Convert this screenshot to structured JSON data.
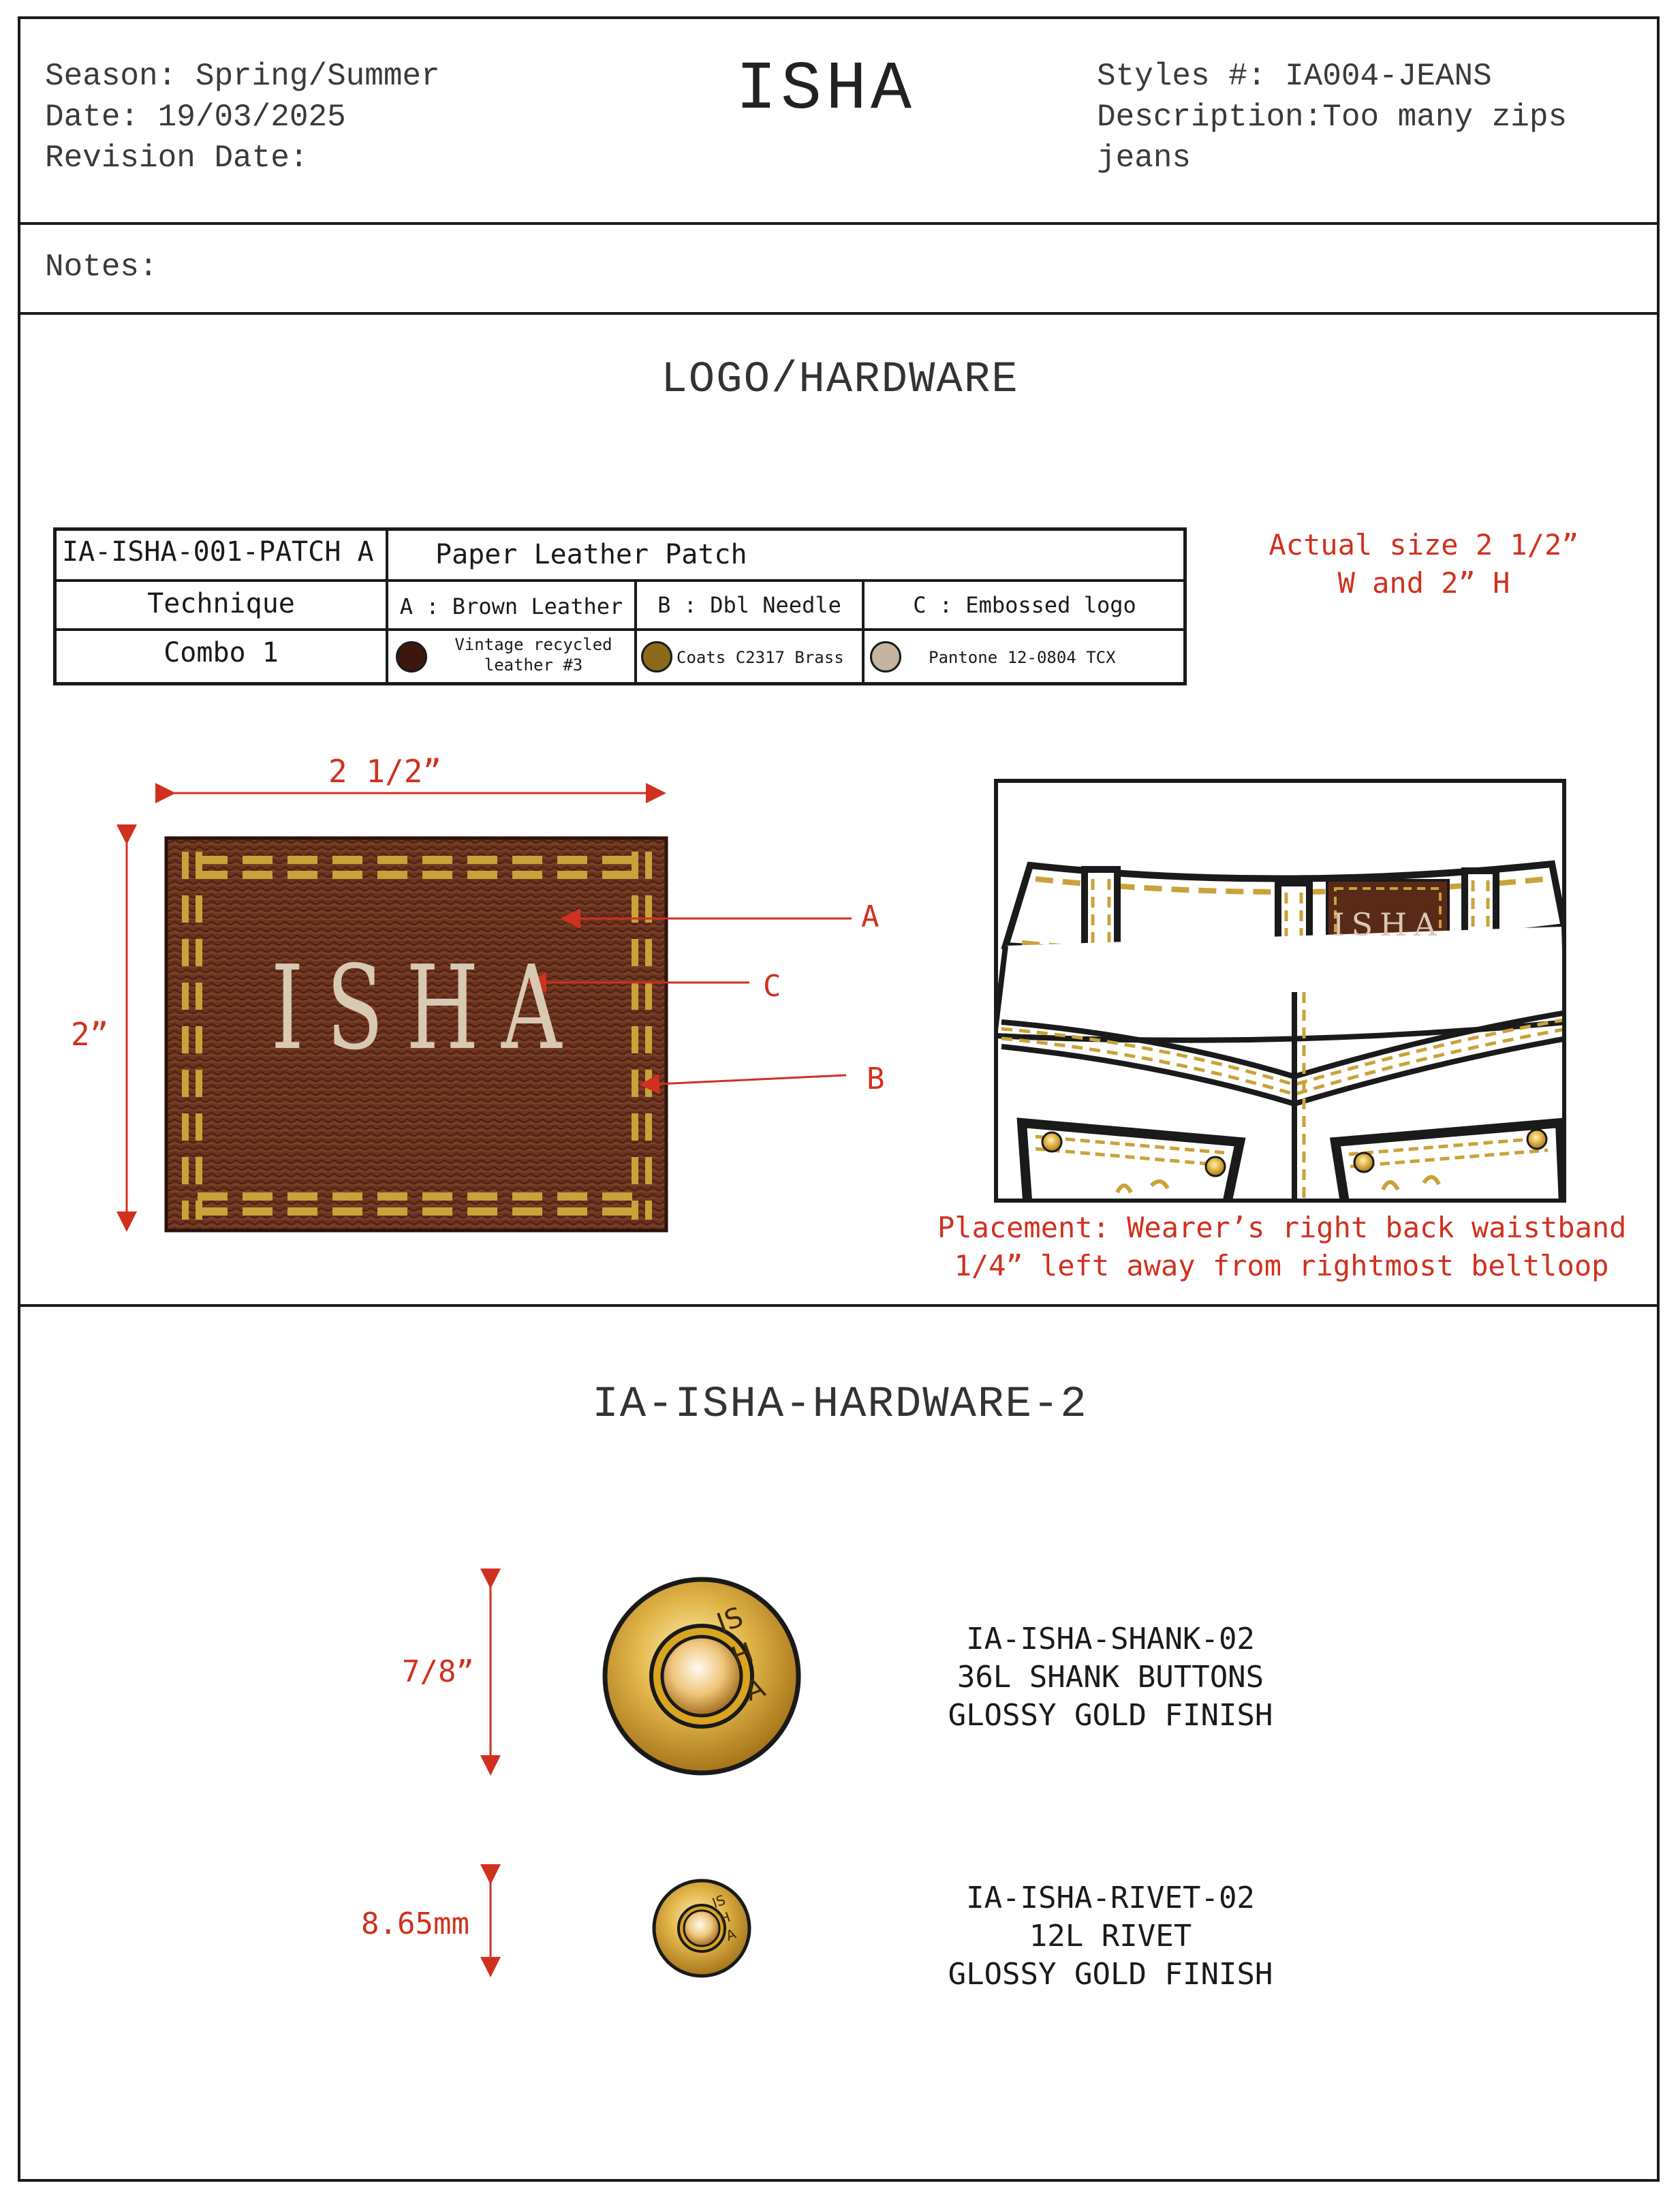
{
  "header": {
    "season_label": "Season:",
    "season": "Spring/Summer",
    "date_label": "Date:",
    "date": "19/03/2025",
    "revision_label": "Revision Date:",
    "revision": "",
    "brand": "ISHA",
    "style_label": "Styles #:",
    "style": "IA004-JEANS",
    "description_label": "Description:",
    "description_line1": "Too many zips",
    "description_line2": "jeans"
  },
  "notes": {
    "label": "Notes:",
    "text": ""
  },
  "logo_section": {
    "title": "LOGO/HARDWARE",
    "actual_size_line1": "Actual size 2 1/2”",
    "actual_size_line2": "W and 2” H",
    "width_dim": "2 1/2”",
    "height_dim": "2”",
    "patch_logo": "ISHA",
    "callout_a": "A",
    "callout_b": "B",
    "callout_c": "C",
    "waistband_logo": "ISHA",
    "placement_line1": "Placement: Wearer’s right back waistband",
    "placement_line2": "1/4” left away from rightmost beltloop"
  },
  "spec_table": {
    "code": "IA-ISHA-001-PATCH A",
    "name": "Paper Leather Patch",
    "technique_label": "Technique",
    "tech_a": "A : Brown Leather",
    "tech_b": "B : Dbl Needle",
    "tech_c": "C : Embossed logo",
    "combo_label": "Combo 1",
    "combo_a_line1": "Vintage recycled",
    "combo_a_line2": "leather #3",
    "combo_b": "Coats C2317 Brass",
    "combo_c": "Pantone 12-0804 TCX",
    "color_a": "#3b170d",
    "color_b": "#8a6a17",
    "color_c": "#c4b4a0"
  },
  "hardware_section": {
    "title": "IA-ISHA-HARDWARE-2",
    "shank": {
      "dim": "7/8”",
      "engraving": "ISHA",
      "line1": "IA-ISHA-SHANK-02",
      "line2": "36L SHANK BUTTONS",
      "line3": "GLOSSY GOLD FINISH"
    },
    "rivet": {
      "dim": "8.65mm",
      "engraving": "ISHA",
      "line1": "IA-ISHA-RIVET-02",
      "line2": "12L RIVET",
      "line3": "GLOSSY GOLD FINISH"
    }
  },
  "colors": {
    "accent_red": "#d0311f",
    "leather": "#5a2a18",
    "stitch": "#c9a23a",
    "gold": "#d9a520"
  }
}
